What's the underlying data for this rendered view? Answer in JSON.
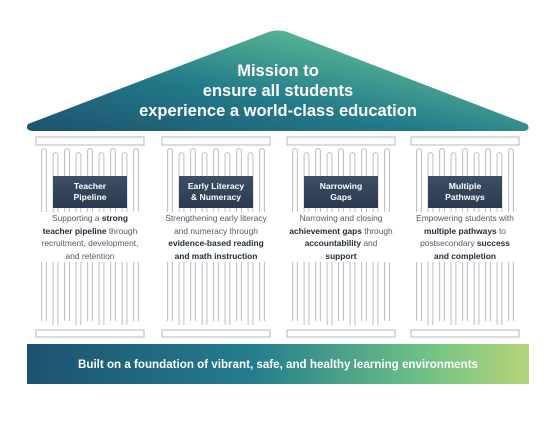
{
  "mission": {
    "line1": "Mission to",
    "line2": "ensure all students",
    "line3": "experience a world-class education"
  },
  "pillars": [
    {
      "label_lines": [
        "Teacher",
        "Pipeline"
      ],
      "desc": [
        {
          "t": "Supporting a ",
          "b": false
        },
        {
          "t": "strong teacher pipeline",
          "b": true
        },
        {
          "t": " through recruitment, development, and retention",
          "b": false
        }
      ]
    },
    {
      "label_lines": [
        "Early Literacy",
        "& Numeracy"
      ],
      "desc": [
        {
          "t": "Strengthening early literacy and numeracy through ",
          "b": false
        },
        {
          "t": "evidence-based reading and math instruction",
          "b": true
        }
      ]
    },
    {
      "label_lines": [
        "Narrowing",
        "Gaps"
      ],
      "desc": [
        {
          "t": "Narrowing and closing ",
          "b": false
        },
        {
          "t": "achievement gaps",
          "b": true
        },
        {
          "t": " through ",
          "b": false
        },
        {
          "t": "accountability",
          "b": true
        },
        {
          "t": " and ",
          "b": false
        },
        {
          "t": "support",
          "b": true
        }
      ]
    },
    {
      "label_lines": [
        "Multiple",
        "Pathways"
      ],
      "desc": [
        {
          "t": "Empowering students with ",
          "b": false
        },
        {
          "t": "multiple pathways",
          "b": true
        },
        {
          "t": " to postsecondary ",
          "b": false
        },
        {
          "t": "success and completion",
          "b": true
        }
      ]
    }
  ],
  "foundation": {
    "text": "Built on a foundation of vibrant, safe, and healthy learning environments"
  },
  "colors": {
    "roof_dark": "#1d5270",
    "roof_mid": "#2a8a8e",
    "roof_light": "#9fd3a8",
    "label_bg": "#34445a",
    "column_stroke": "#b9bec4",
    "foundation_start": "#1d5270",
    "foundation_end": "#b4d57a"
  }
}
